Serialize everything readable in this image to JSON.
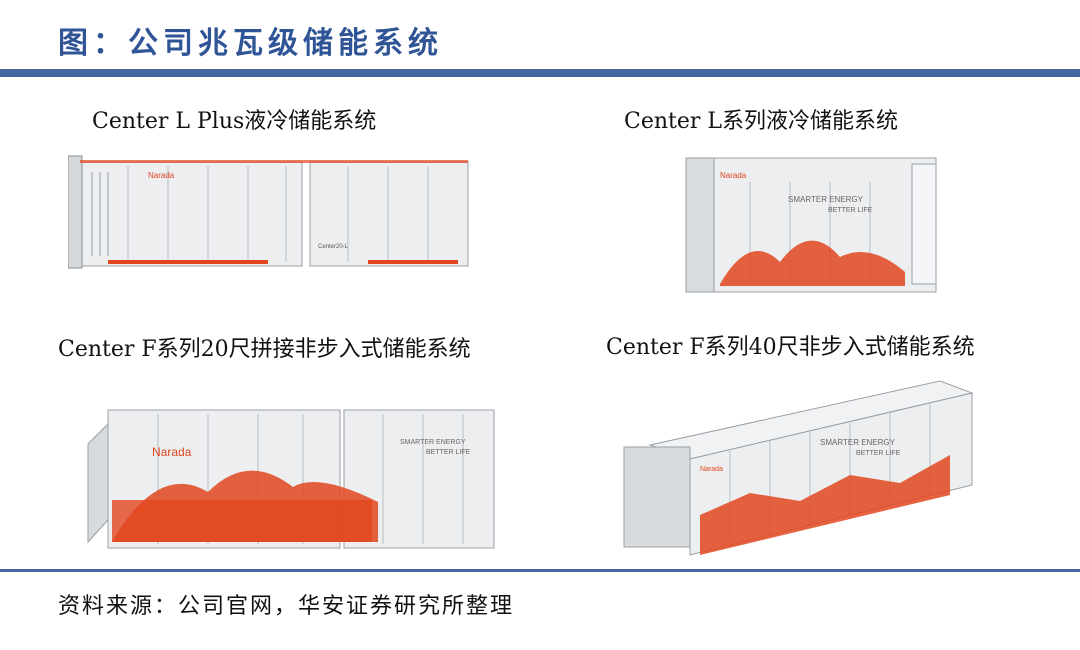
{
  "header": {
    "title": "图：公司兆瓦级储能系统"
  },
  "products": [
    {
      "caption": "Center L Plus液冷储能系统",
      "brand": "Narada",
      "model": "Center20-L"
    },
    {
      "caption": "Center L系列液冷储能系统",
      "brand": "Narada",
      "slogan1": "SMARTER ENERGY",
      "slogan2": "BETTER LIFE"
    },
    {
      "caption": "Center F系列20尺拼接非步入式储能系统",
      "brand": "Narada",
      "slogan1": "SMARTER ENERGY",
      "slogan2": "BETTER LIFE"
    },
    {
      "caption": "Center F系列40尺非步入式储能系统",
      "brand": "Narada",
      "slogan1": "SMARTER ENERGY",
      "slogan2": "BETTER LIFE"
    }
  ],
  "footer": {
    "source": "资料来源：公司官网，华安证券研究所整理"
  },
  "colors": {
    "title": "#2f5597",
    "rule": "#44679e",
    "accent": "#e2461f"
  }
}
